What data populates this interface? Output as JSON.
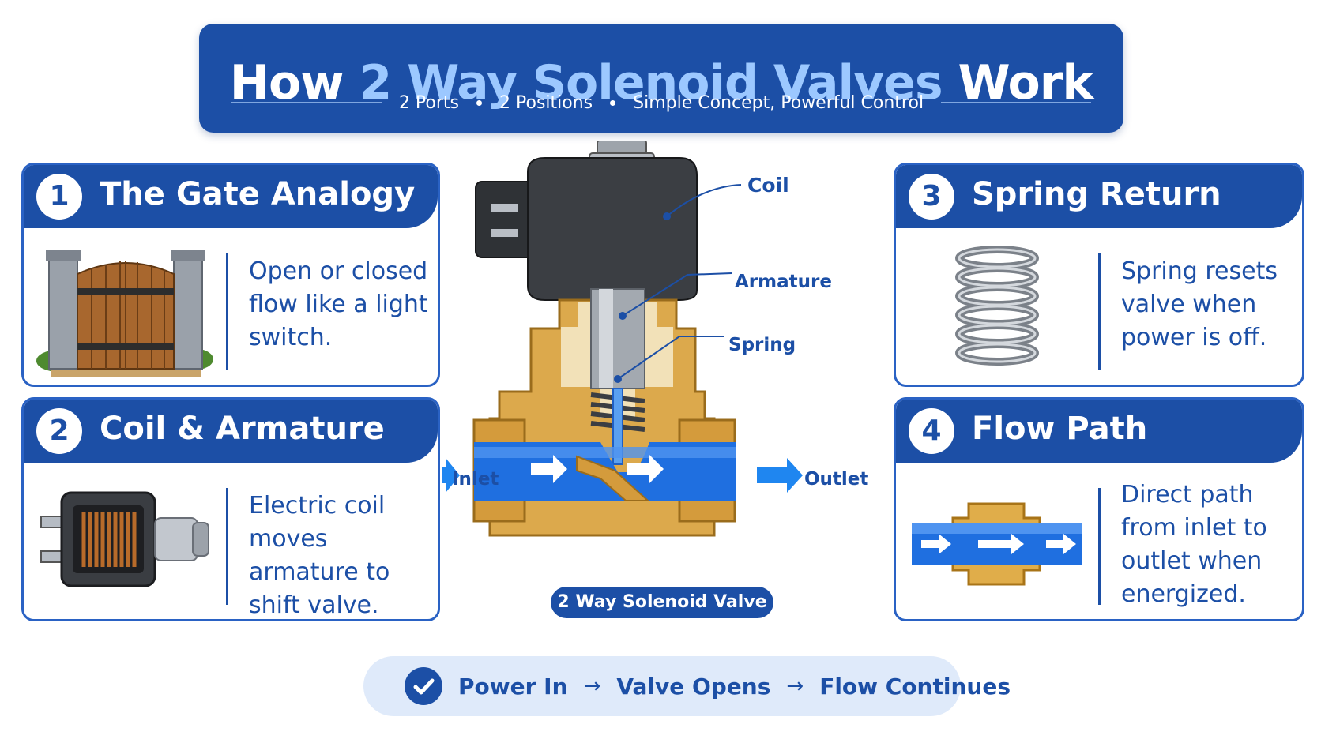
{
  "header": {
    "title_pre": "How",
    "title_highlight": "2 Way Solenoid Valves",
    "title_post": "Work",
    "subtitle_items": [
      "2 Ports",
      "2 Positions",
      "Simple Concept, Powerful Control"
    ]
  },
  "cards": [
    {
      "number": "1",
      "title": "The Gate Analogy",
      "text": "Open or closed flow like a light switch.",
      "icon": "gate-icon"
    },
    {
      "number": "2",
      "title": "Coil & Armature",
      "text": "Electric coil moves armature to shift valve.",
      "icon": "coil-icon"
    },
    {
      "number": "3",
      "title": "Spring Return",
      "text": "Spring resets valve when power is off.",
      "icon": "spring-icon"
    },
    {
      "number": "4",
      "title": "Flow Path",
      "text": "Direct path from inlet to outlet when energized.",
      "icon": "flow-path-icon"
    }
  ],
  "diagram": {
    "callouts": {
      "coil": "Coil",
      "armature": "Armature",
      "spring": "Spring"
    },
    "inlet": "Inlet",
    "outlet": "Outlet",
    "caption": "2 Way Solenoid Valve"
  },
  "flow_summary": {
    "steps": [
      "Power In",
      "Valve Opens",
      "Flow Continues"
    ],
    "arrow": "→"
  },
  "colors": {
    "primary": "#1c4fa6",
    "accent_light": "#9cc8ff",
    "brass": "#d9a441",
    "water": "#1f6fe0",
    "bar_bg": "#dfeafa"
  }
}
